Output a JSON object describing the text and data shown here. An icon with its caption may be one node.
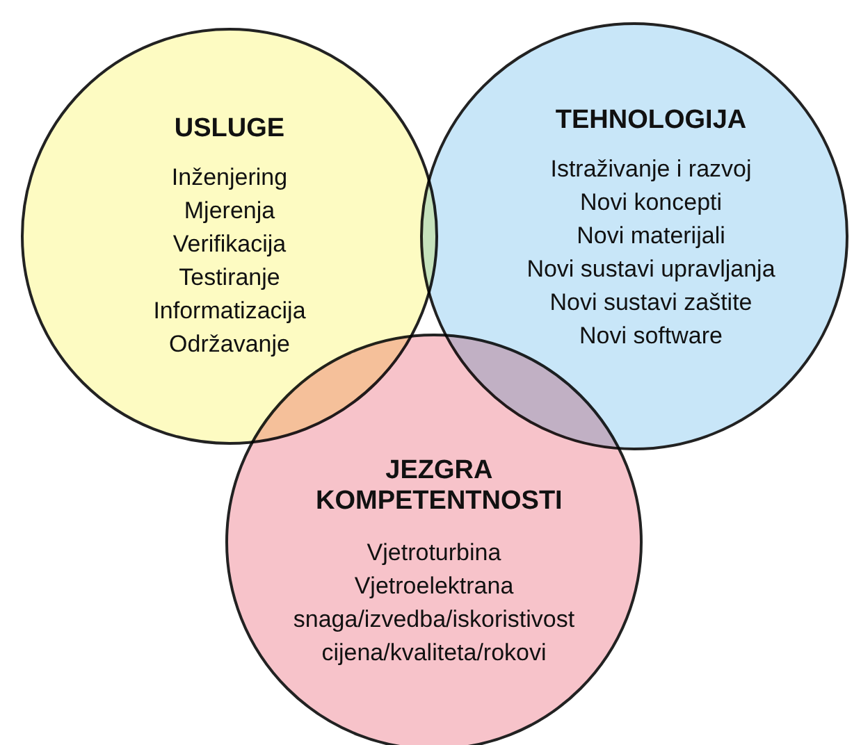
{
  "diagram": {
    "nodes": [
      {
        "text": [
          "USLUGE",
          "Inženjering",
          "Mjerenja",
          "Verifikacija",
          "Testiranje",
          "Informatizacija",
          "Održavanje"
        ]
      },
      {
        "text": [
          "TEHNOLOGIJA",
          "Istraživanje i razvoj",
          "Novi koncepti",
          "Novi materijali",
          "Novi sustavi upravljanja",
          "Novi sustavi zaštite",
          "Novi software"
        ]
      },
      {
        "text": [
          "JEZGRA KOMPETENTNOSTI",
          "Vjetroturbina",
          "Vjetroelektrana",
          "snaga/izvedba/iskoristivost",
          "cijena/kvaliteta/rokovi"
        ]
      }
    ]
  }
}
